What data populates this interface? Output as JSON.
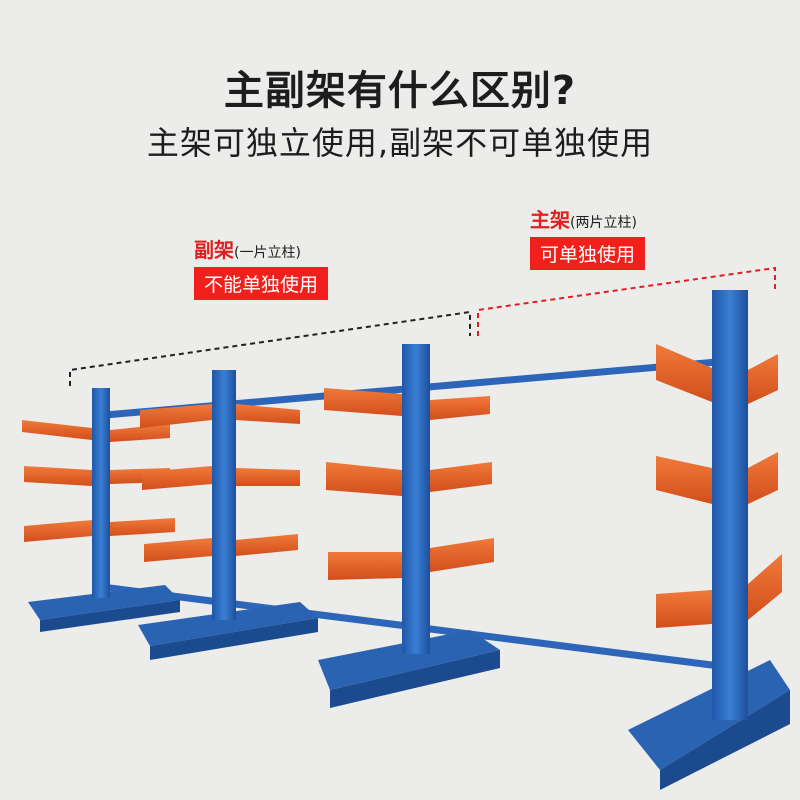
{
  "headline": "主副架有什么区别?",
  "subheadline": "主架可独立使用,副架不可单独使用",
  "callouts": {
    "sub_rack": {
      "title": "副架",
      "note": "(一片立柱)",
      "tag": "不能单独使用"
    },
    "main_rack": {
      "title": "主架",
      "note": "(两片立柱)",
      "tag": "可单独使用"
    }
  },
  "colors": {
    "background": "#ececea",
    "upright_blue": "#2f6fc4",
    "arm_orange": "#e8632a",
    "callout_red": "#f2201c",
    "bracket_dark": "#222222"
  },
  "icons": [
    "cantilever-rack-illustration"
  ]
}
